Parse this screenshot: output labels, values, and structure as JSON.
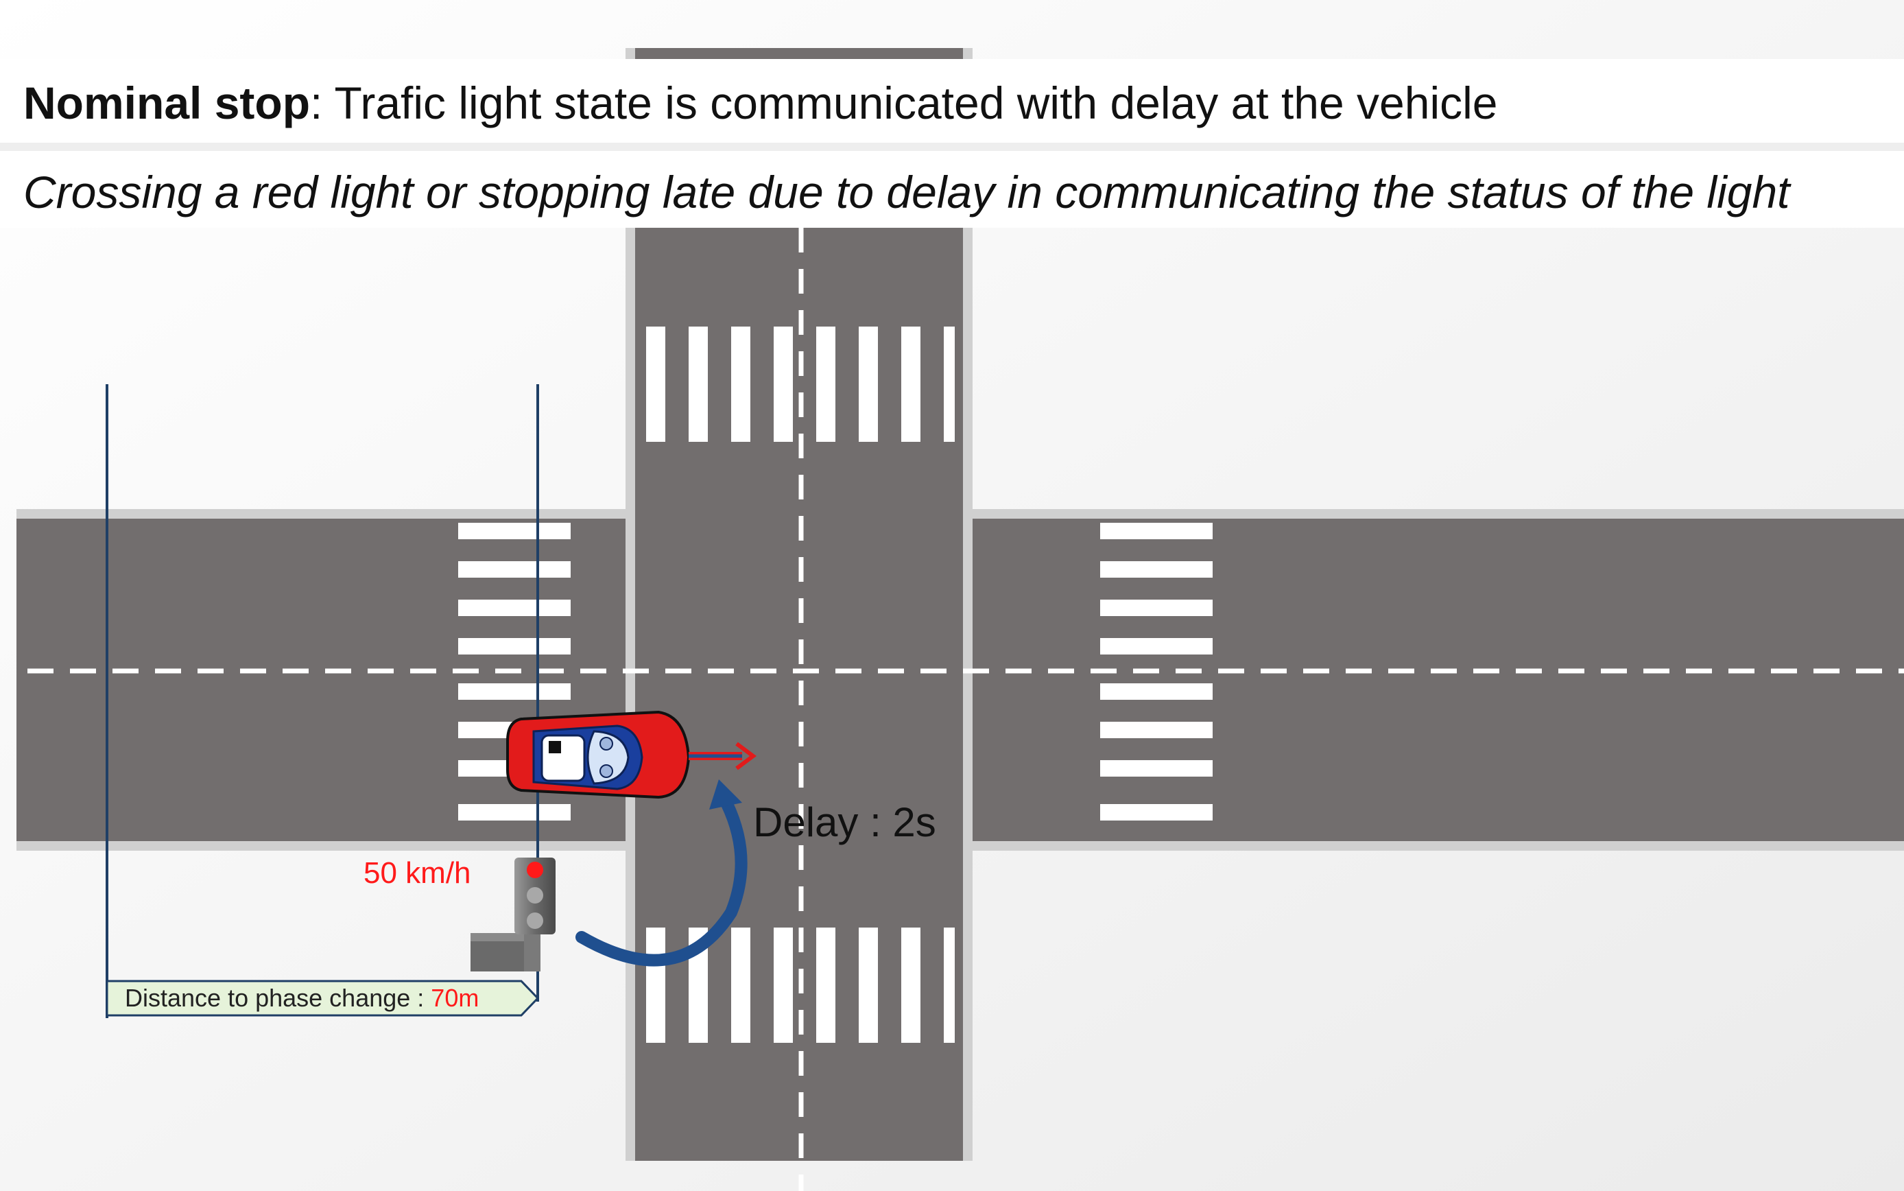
{
  "header": {
    "title_bold": "Nominal stop",
    "title_rest": ": Trafic light state is communicated with delay at the vehicle",
    "subtitle": "Crossing a red light or stopping late due to delay in communicating the status of the light"
  },
  "annotations": {
    "speed": "50 km/h",
    "delay": "Delay : 2s",
    "distance_label": "Distance to phase change : ",
    "distance_value": "70m"
  },
  "traffic_light": {
    "active_state": "red"
  },
  "colors": {
    "road": "#726e6e",
    "curb": "#d0d0d0",
    "marking": "#ffffff",
    "car_body": "#e21b1b",
    "car_cabin": "#1a3f9e",
    "arrow_blue": "#1f4f8f",
    "highlight_red": "#ff1a1a",
    "distance_box": "#e6f3da"
  }
}
